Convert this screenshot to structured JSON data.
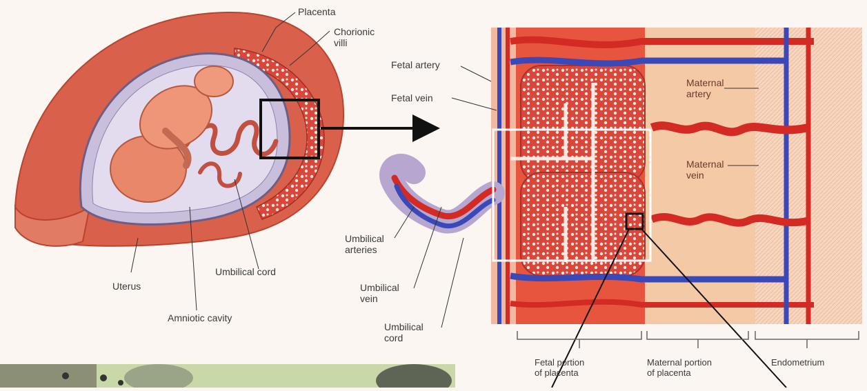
{
  "labels": {
    "placenta": "Placenta",
    "chorionic_villi": "Chorionic\nvilli",
    "uterus": "Uterus",
    "amniotic_cavity": "Amniotic cavity",
    "umbilical_cord_left": "Umbilical cord",
    "fetal_artery": "Fetal artery",
    "fetal_vein": "Fetal vein",
    "maternal_artery": "Maternal\nartery",
    "maternal_vein": "Maternal\nvein",
    "umbilical_arteries": "Umbilical\narteries",
    "umbilical_vein": "Umbilical\nvein",
    "umbilical_cord_right": "Umbilical\ncord",
    "fetal_portion": "Fetal portion\nof placenta",
    "maternal_portion": "Maternal portion\nof placenta",
    "endometrium": "Endometrium"
  },
  "colors": {
    "uterus_wall": "#d9604a",
    "artery_red": "#d42a24",
    "vein_blue": "#3b48b8",
    "tissue_peach": "#f4c9a6",
    "amniotic_lavender": "#c9bedc",
    "photo_green": "#c9d8a8"
  }
}
